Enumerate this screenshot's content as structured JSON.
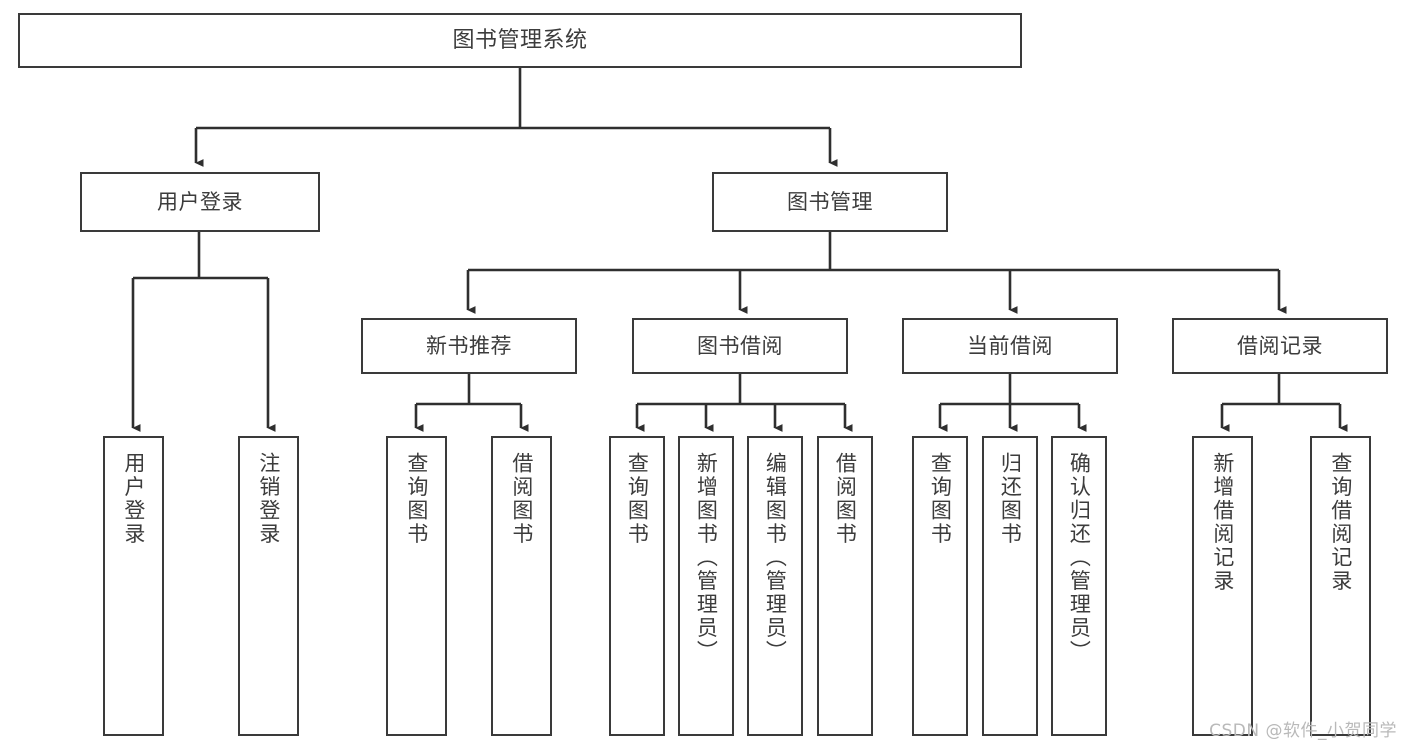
{
  "diagram": {
    "type": "tree-hierarchy",
    "title": "图书管理系统",
    "background_color": "#ffffff",
    "line_color": "#3a3a3a",
    "box_border_color": "#3a3a3a",
    "text_color": "#3c3c3c"
  },
  "root": {
    "label": "图书管理系统"
  },
  "level2": [
    {
      "label": "用户登录"
    },
    {
      "label": "图书管理"
    }
  ],
  "level3": [
    {
      "label": "新书推荐"
    },
    {
      "label": "图书借阅"
    },
    {
      "label": "当前借阅"
    },
    {
      "label": "借阅记录"
    }
  ],
  "leaves": {
    "user_login": [
      {
        "label": "用户登录"
      },
      {
        "label": "注销登录"
      }
    ],
    "new_book": [
      {
        "label": "查询图书"
      },
      {
        "label": "借阅图书"
      }
    ],
    "book_borrow": [
      {
        "label": "查询图书"
      },
      {
        "label": "新增图书（管理员）"
      },
      {
        "label": "编辑图书（管理员）"
      },
      {
        "label": "借阅图书"
      }
    ],
    "current_borrow": [
      {
        "label": "查询图书"
      },
      {
        "label": "归还图书"
      },
      {
        "label": "确认归还（管理员）"
      }
    ],
    "borrow_record": [
      {
        "label": "新增借阅记录"
      },
      {
        "label": "查询借阅记录"
      }
    ]
  },
  "watermark": {
    "text": "CSDN @软件_小贺同学"
  }
}
